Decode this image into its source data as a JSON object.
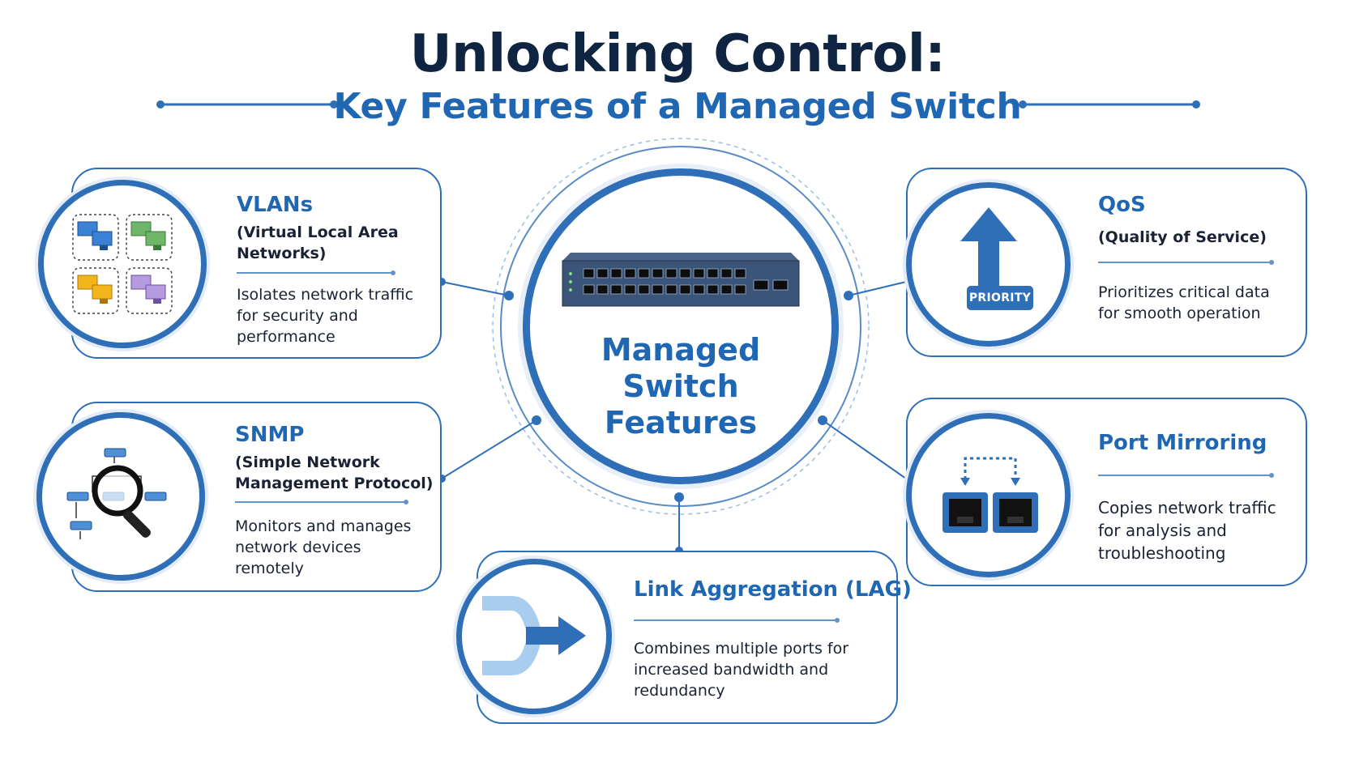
{
  "header": {
    "title": "Unlocking Control:",
    "subtitle": "Key Features of a Managed Switch"
  },
  "center": {
    "line1": "Managed",
    "line2": "Switch",
    "line3": "Features",
    "icon": "network-switch-icon"
  },
  "features": {
    "vlans": {
      "title": "VLANs",
      "subtitle_line1": "(Virtual Local Area",
      "subtitle_line2": "Networks)",
      "desc_line1": "Isolates network traffic",
      "desc_line2": "for security and",
      "desc_line3": "performance",
      "icon": "vlan-groups-icon"
    },
    "snmp": {
      "title": "SNMP",
      "subtitle_line1": "(Simple Network",
      "subtitle_line2": "Management Protocol)",
      "desc_line1": "Monitors and manages",
      "desc_line2": "network devices",
      "desc_line3": "remotely",
      "icon": "magnifier-network-icon"
    },
    "qos": {
      "title": "QoS",
      "subtitle": "(Quality of Service)",
      "desc_line1": "Prioritizes critical data",
      "desc_line2": "for smooth operation",
      "badge": "PRIORITY",
      "icon": "priority-arrow-icon"
    },
    "port_mirroring": {
      "title": "Port Mirroring",
      "desc_line1": "Copies network traffic",
      "desc_line2": "for analysis and",
      "desc_line3": "troubleshooting",
      "icon": "mirrored-ports-icon"
    },
    "lag": {
      "title": "Link Aggregation (LAG)",
      "desc_line1": "Combines multiple ports for",
      "desc_line2": "increased bandwidth and",
      "desc_line3": "redundancy",
      "icon": "merge-arrow-icon"
    }
  },
  "colors": {
    "primary": "#2f6fb8",
    "heading": "#0f2440",
    "accent_light": "#a9cdef"
  }
}
